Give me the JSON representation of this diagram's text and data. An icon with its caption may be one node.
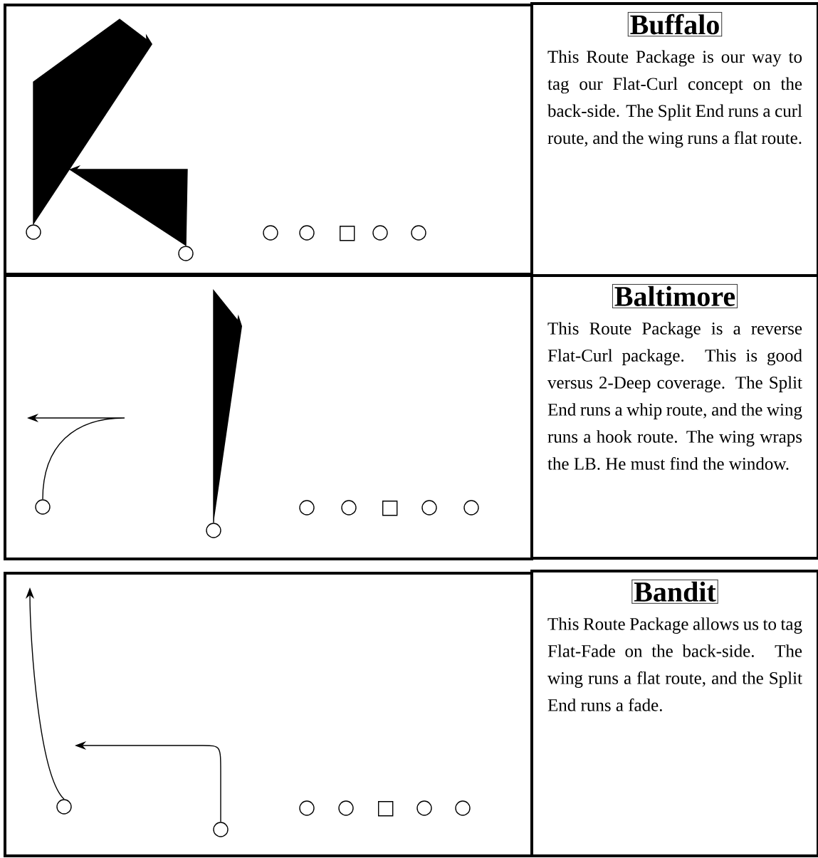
{
  "diagram": {
    "nodes": [
      {
        "text": [],
        "shape": "box"
      },
      {
        "text": [],
        "shape": "circle",
        "in": 0
      },
      {
        "text": [],
        "shape": "circle",
        "in": 0
      },
      {
        "text": [],
        "shape": "circle",
        "in": 0
      },
      {
        "text": [],
        "shape": "circle",
        "in": 0
      },
      {
        "text": [],
        "shape": "box",
        "in": 0
      },
      {
        "text": [],
        "shape": "circle",
        "in": 0
      },
      {
        "text": [],
        "shape": "circle",
        "in": 0
      },
      {
        "text": [
          "Buffalo",
          "This Route Package is our way to tag our Flat-Curl concept on the back-side. The Split End runs a curl route, and the wing runs a flat route."
        ]
      },
      {
        "text": [],
        "shape": "box"
      },
      {
        "text": [],
        "shape": "circle",
        "in": 9
      },
      {
        "text": [],
        "shape": "circle",
        "in": 9
      },
      {
        "text": [],
        "shape": "circle",
        "in": 9
      },
      {
        "text": [],
        "shape": "circle",
        "in": 9
      },
      {
        "text": [],
        "shape": "box",
        "in": 9
      },
      {
        "text": [],
        "shape": "circle",
        "in": 9
      },
      {
        "text": [],
        "shape": "circle",
        "in": 9
      },
      {
        "text": [
          "Baltimore",
          "This Route Package is a reverse Flat-Curl package. This is good versus 2-Deep coverage. The Split End runs a whip route, and the wing runs a hook route. The wing wraps the LB. He must find the window."
        ]
      },
      {
        "text": [],
        "shape": "box"
      },
      {
        "text": [],
        "shape": "circle",
        "in": 18
      },
      {
        "text": [],
        "shape": "circle",
        "in": 18
      },
      {
        "text": [],
        "shape": "circle",
        "in": 18
      },
      {
        "text": [],
        "shape": "circle",
        "in": 18
      },
      {
        "text": [],
        "shape": "box",
        "in": 18
      },
      {
        "text": [],
        "shape": "circle",
        "in": 18
      },
      {
        "text": [],
        "shape": "circle",
        "in": 18
      },
      {
        "text": [
          "Bandit",
          "This Route Package allows us to tag Flat-Fade on the back-side. The wing runs a flat route, and the Split End runs a fade."
        ]
      }
    ],
    "edges": [
      {
        "from": 1,
        "to": null,
        "arrow": "to"
      },
      {
        "from": 2,
        "to": null,
        "arrow": "to"
      },
      {
        "from": 10,
        "to": null,
        "arrow": "to"
      },
      {
        "from": 11,
        "to": null,
        "arrow": "to"
      },
      {
        "from": 19,
        "to": null,
        "arrow": "to"
      },
      {
        "from": 20,
        "to": null,
        "arrow": "to"
      }
    ]
  }
}
